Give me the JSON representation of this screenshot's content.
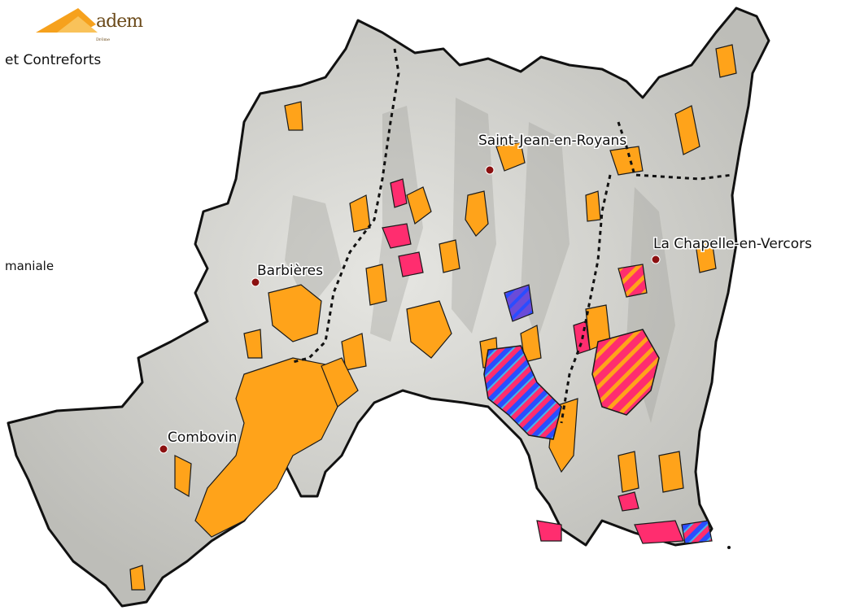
{
  "header": {
    "logo_text": "adem",
    "logo_subtext": "Drôme",
    "title_fragment": "et Contreforts"
  },
  "legend": {
    "fragment": "maniale"
  },
  "map": {
    "towns": [
      {
        "name": "Saint-Jean-en-Royans"
      },
      {
        "name": "La Chapelle-en-Vercors"
      },
      {
        "name": "Barbières"
      },
      {
        "name": "Combovin"
      }
    ]
  },
  "colors": {
    "terrain": "#d8d8d4",
    "habitat_orange": "#ffa31a",
    "habitat_pink": "#ff2d6f",
    "hatch_blue": "#2a4dff",
    "town_dot": "#8b1010",
    "outline": "#111111"
  }
}
